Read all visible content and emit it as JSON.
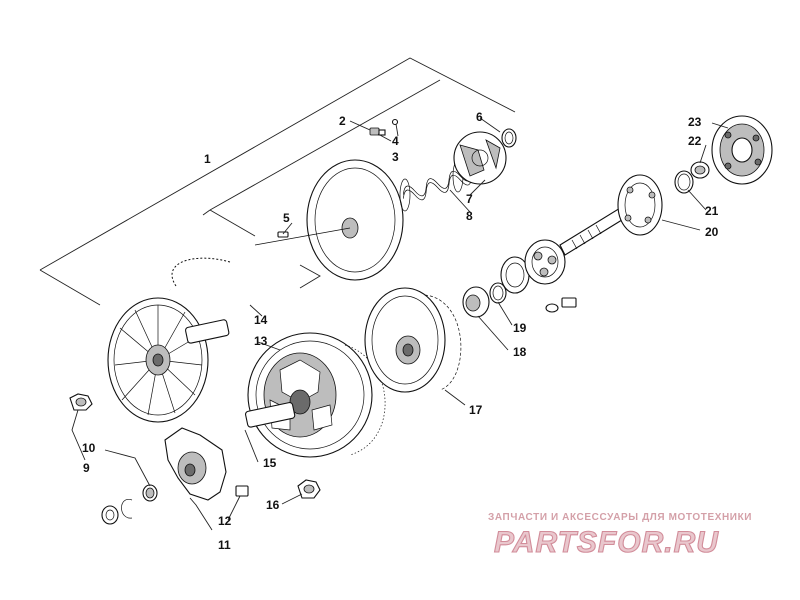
{
  "callouts": [
    {
      "id": "1",
      "text": "1"
    },
    {
      "id": "2",
      "text": "2"
    },
    {
      "id": "3",
      "text": "3"
    },
    {
      "id": "4",
      "text": "4"
    },
    {
      "id": "5",
      "text": "5"
    },
    {
      "id": "6",
      "text": "6"
    },
    {
      "id": "7",
      "text": "7"
    },
    {
      "id": "8",
      "text": "8"
    },
    {
      "id": "9",
      "text": "9"
    },
    {
      "id": "10",
      "text": "10"
    },
    {
      "id": "11",
      "text": "11"
    },
    {
      "id": "12",
      "text": "12"
    },
    {
      "id": "13",
      "text": "13"
    },
    {
      "id": "14",
      "text": "14"
    },
    {
      "id": "15",
      "text": "15"
    },
    {
      "id": "16",
      "text": "16"
    },
    {
      "id": "17",
      "text": "17"
    },
    {
      "id": "18",
      "text": "18"
    },
    {
      "id": "19",
      "text": "19"
    },
    {
      "id": "20",
      "text": "20"
    },
    {
      "id": "21",
      "text": "21"
    },
    {
      "id": "22",
      "text": "22"
    },
    {
      "id": "23",
      "text": "23"
    }
  ],
  "watermark": {
    "tagline": "ЗАПЧАСТИ И АКСЕССУАРЫ ДЛЯ МОТОТЕХНИКИ",
    "brand": "PARTSFOR.RU"
  },
  "colors": {
    "line": "#111111",
    "shade": "#bdbdbd",
    "watermark": "#d28d9a"
  }
}
